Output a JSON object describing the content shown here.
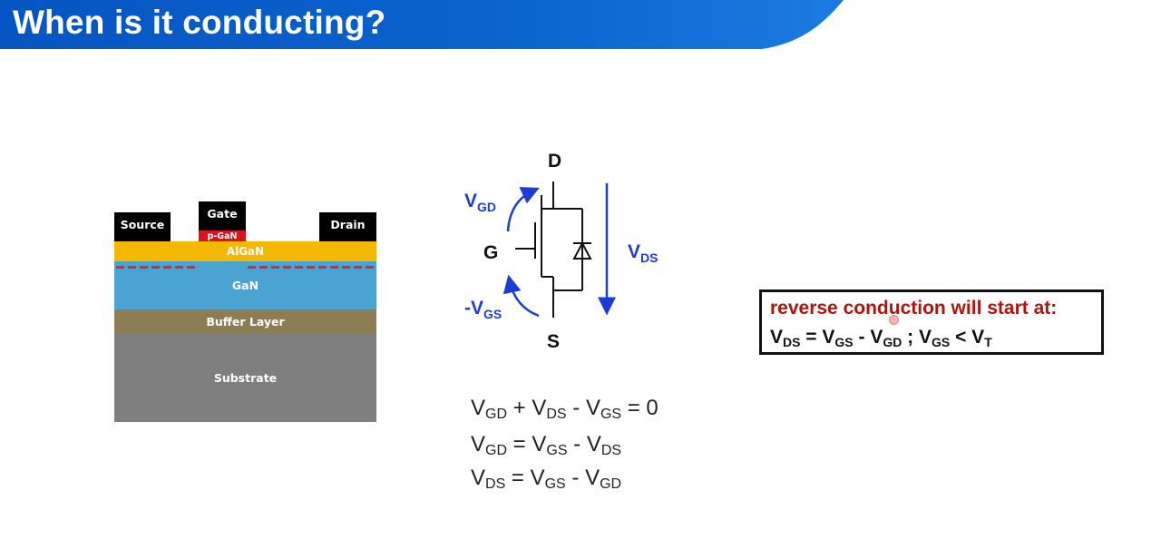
{
  "header": {
    "title": "When is it conducting?"
  },
  "cross_section": {
    "source": "Source",
    "gate": "Gate",
    "drain": "Drain",
    "p_gan": "p-GaN",
    "algan": "AlGaN",
    "gan": "GaN",
    "buffer": "Buffer Layer",
    "substrate": "Substrate"
  },
  "circuit": {
    "drain": "D",
    "gate": "G",
    "source": "S",
    "vgd_main": "V",
    "vgd_sub": "GD",
    "mvgs_main": "-V",
    "mvgs_sub": "GS",
    "vds_main": "V",
    "vds_sub": "DS"
  },
  "equations": {
    "eq1": {
      "t1": "V",
      "s1": "GD",
      "t2": " + V",
      "s2": "DS",
      "t3": " - V",
      "s3": "GS",
      "t4": " = 0"
    },
    "eq2": {
      "t1": "V",
      "s1": "GD",
      "t2": " = V",
      "s2": "GS",
      "t3": " - V",
      "s3": "DS"
    },
    "eq3": {
      "t1": "V",
      "s1": "DS",
      "t2": " = V",
      "s2": "GS",
      "t3": " - V",
      "s3": "GD"
    }
  },
  "condition": {
    "title": "reverse conduction will start at:",
    "f": {
      "t1": "V",
      "s1": "DS",
      "t2": " = V",
      "s2": "GS",
      "t3": " - V",
      "s3": "GD",
      "t4": " ; V",
      "s4": "GS",
      "t5": " < V",
      "s5": "T"
    }
  },
  "colors": {
    "header_blue": "#0a63cf",
    "circuit_blue": "#1f3bd6",
    "condition_red": "#b3120f",
    "algan": "#f5b800",
    "gan": "#4aa3d0",
    "buffer": "#8c7d55",
    "substrate": "#7f7f7f"
  }
}
